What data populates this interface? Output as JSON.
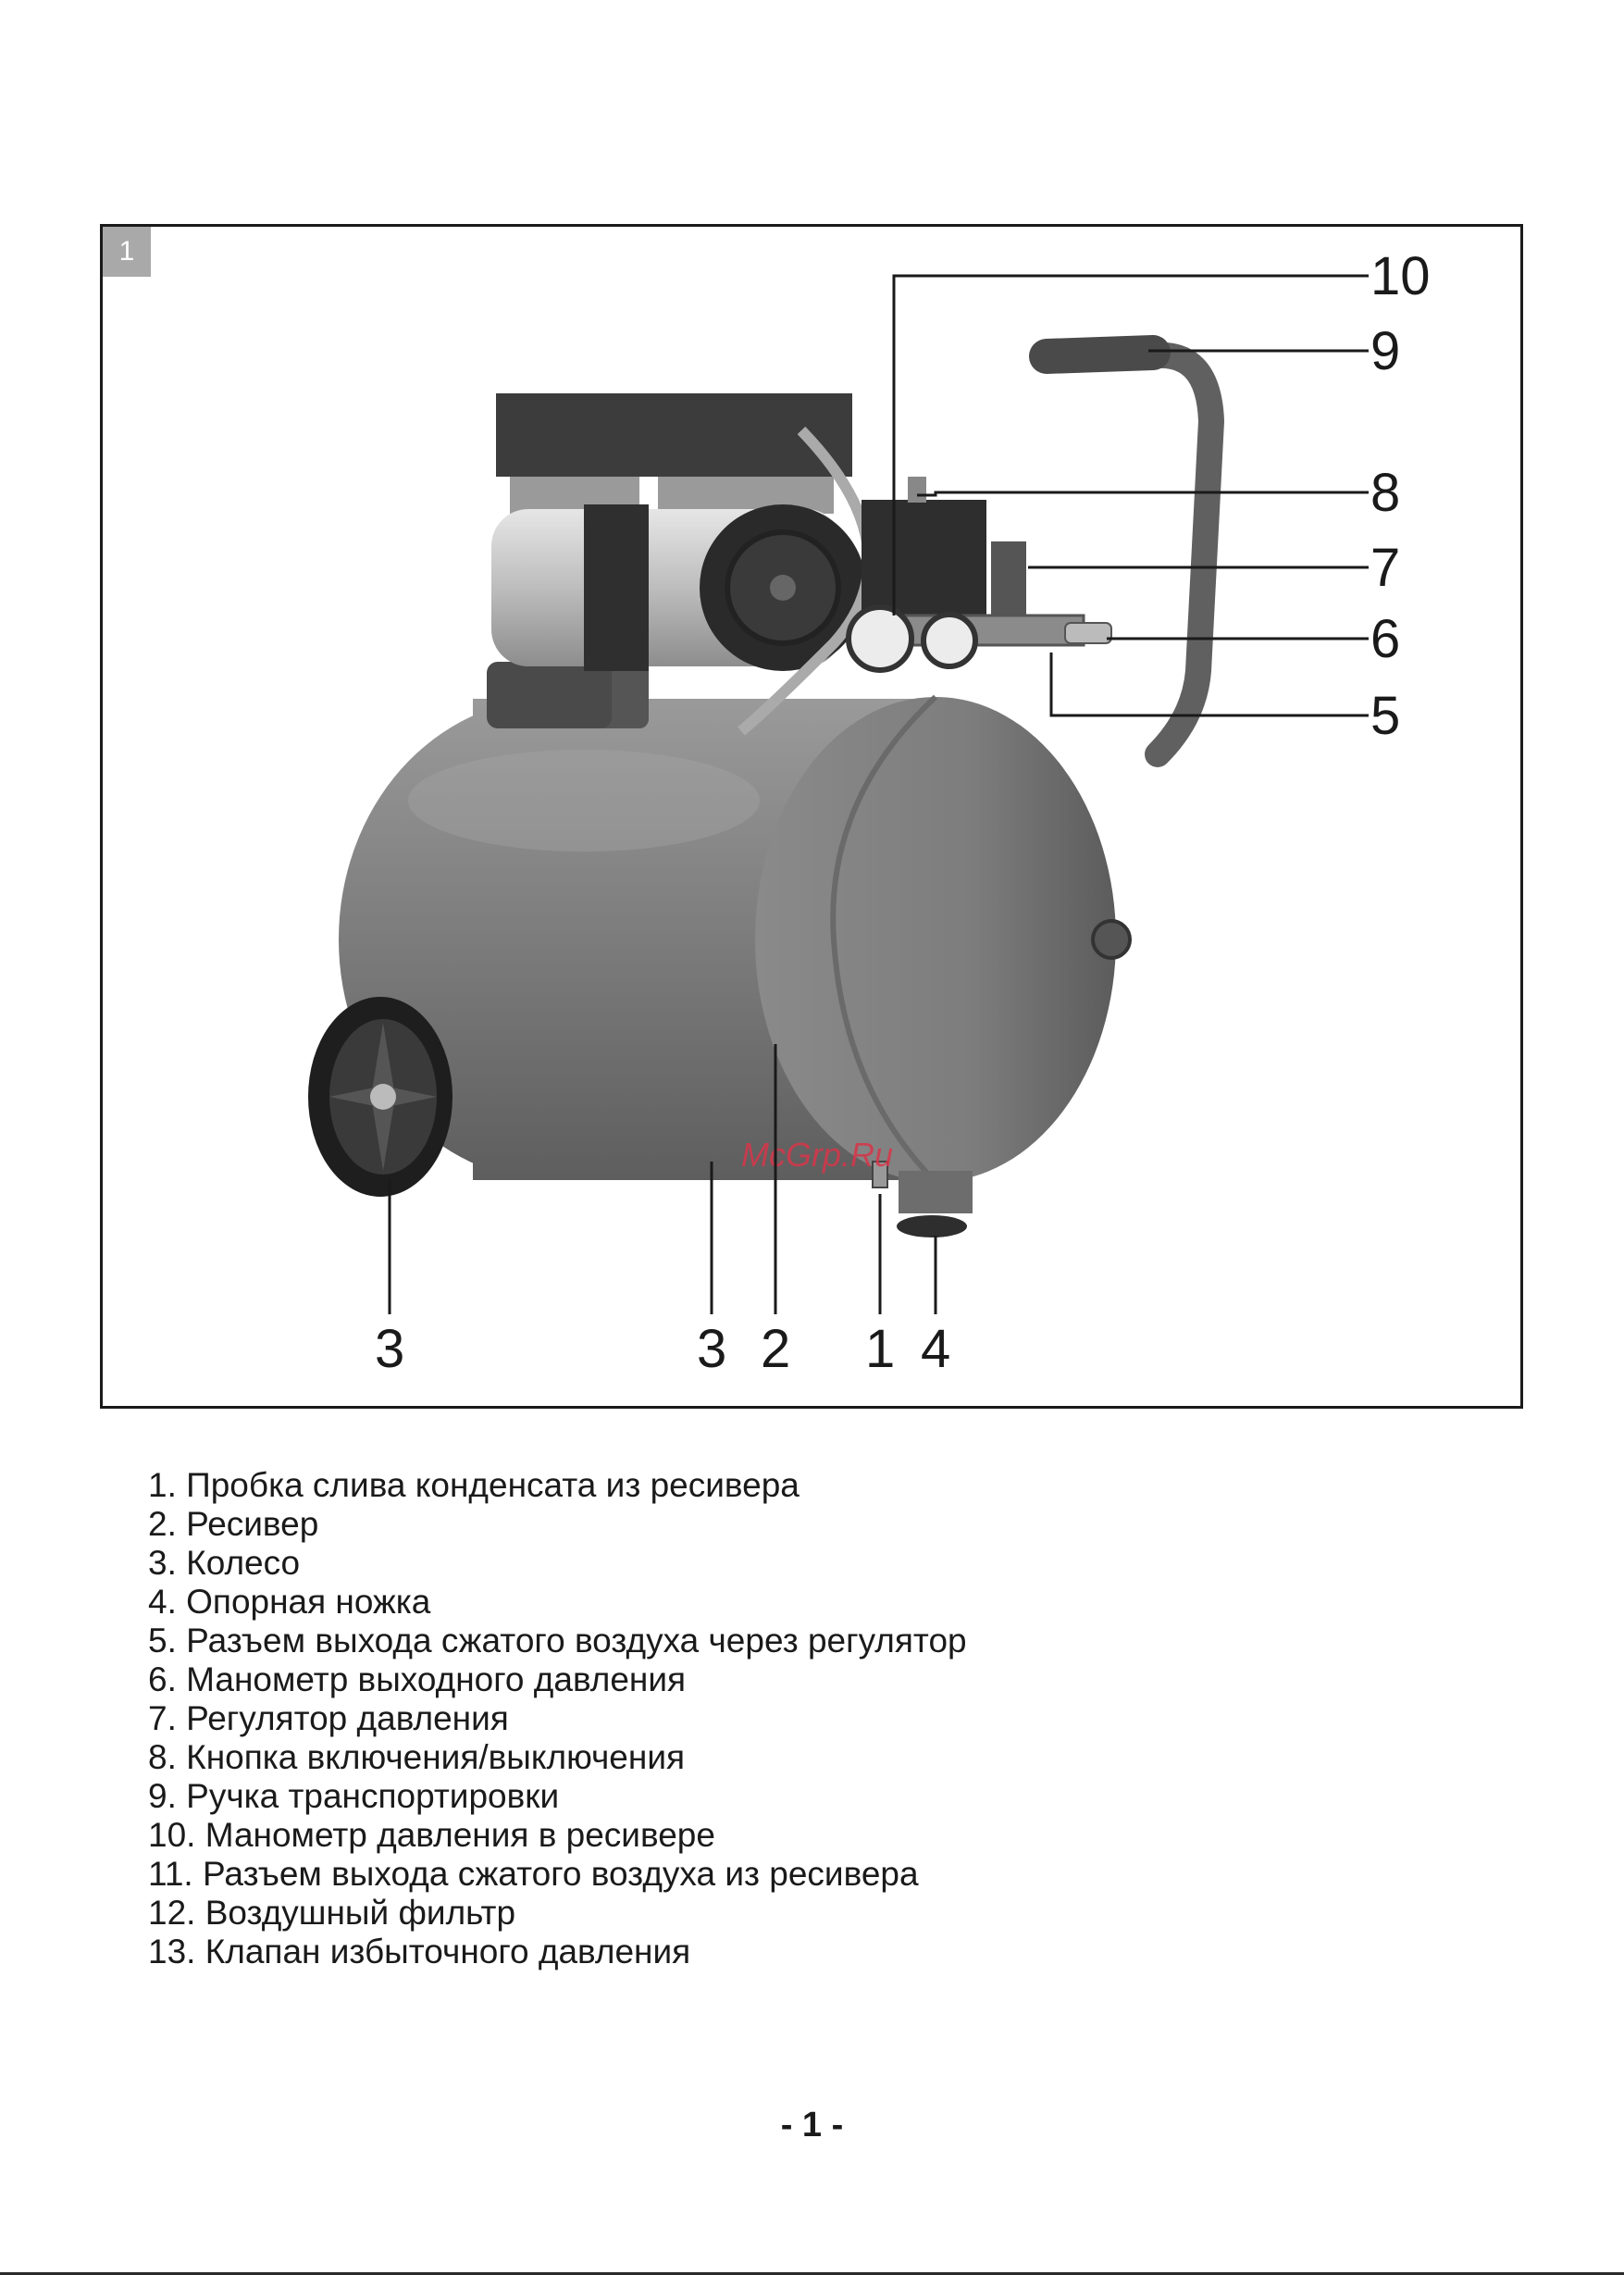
{
  "figure": {
    "tab_label": "1",
    "watermark": "McGrp.Ru",
    "callouts": [
      "10",
      "9",
      "8",
      "7",
      "6",
      "5",
      "3",
      "3",
      "2",
      "1",
      "4"
    ]
  },
  "legend": {
    "items": [
      "1. Пробка слива конденсата из ресивера",
      "2. Ресивер",
      "3. Колесо",
      "4. Опорная ножка",
      "5. Разъем выхода сжатого воздуха через регулятор",
      "6. Манометр выходного давления",
      "7. Регулятор давления",
      "8. Кнопка включения/выключения",
      "9. Ручка транспортировки",
      "10. Манометр давления в ресивере",
      "11. Разъем выхода сжатого воздуха из ресивера",
      "12. Воздушный фильтр",
      "13. Клапан избыточного давления"
    ]
  },
  "page_number": "- 1 -"
}
